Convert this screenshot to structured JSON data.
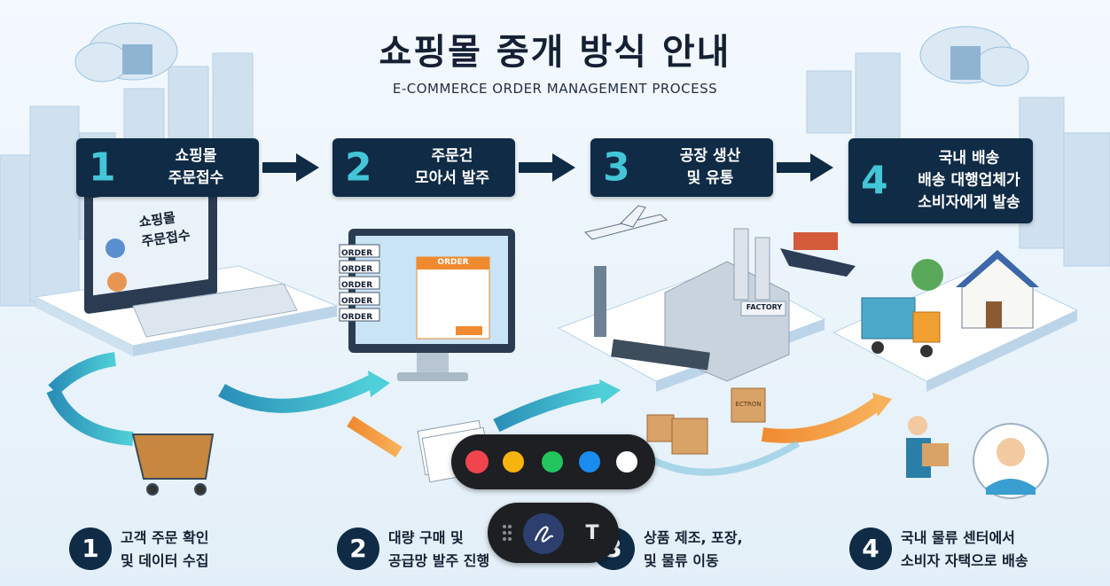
{
  "header": {
    "title": "쇼핑몰 중개 방식 안내",
    "subtitle": "E-COMMERCE ORDER MANAGEMENT PROCESS"
  },
  "steps": [
    {
      "number": "1",
      "label_lines": [
        "쇼핑몰",
        "주문접수"
      ]
    },
    {
      "number": "2",
      "label_lines": [
        "주문건",
        "모아서 발주"
      ]
    },
    {
      "number": "3",
      "label_lines": [
        "공장 생산",
        "및 유통"
      ]
    },
    {
      "number": "4",
      "label_lines": [
        "국내 배송",
        "배송 대행업체가",
        "소비자에게 발송"
      ]
    }
  ],
  "illustration": {
    "laptop_screen_lines": [
      "쇼핑몰",
      "주문접수"
    ],
    "order_slips": [
      "ORDER",
      "ORDER",
      "ORDER",
      "ORDER",
      "ORDER"
    ],
    "order_form_title": "ORDER",
    "factory_sign": "FACTORY",
    "box_label": "ECTRON"
  },
  "captions": [
    {
      "number": "1",
      "lines": [
        "고객 주문 확인",
        "및 데이터 수집"
      ]
    },
    {
      "number": "2",
      "lines": [
        "대량 구매 및",
        "공급망 발주 진행"
      ]
    },
    {
      "number": "3",
      "lines": [
        "상품 제조, 포장,",
        "및 물류 이동"
      ]
    },
    {
      "number": "4",
      "lines": [
        "국내 물류 센터에서",
        "소비자 자택으로 배송"
      ]
    }
  ],
  "palette": {
    "colors": [
      {
        "name": "red",
        "hex": "#f0454f"
      },
      {
        "name": "yellow",
        "hex": "#f6b40e"
      },
      {
        "name": "green",
        "hex": "#22c55e"
      },
      {
        "name": "blue",
        "hex": "#1a8cf0"
      },
      {
        "name": "white",
        "hex": "#ffffff"
      }
    ]
  },
  "toolbar": {
    "grip_icon": "drag-handle-icon",
    "pen_icon": "pen-scribble-icon",
    "text_tool_label": "T"
  }
}
